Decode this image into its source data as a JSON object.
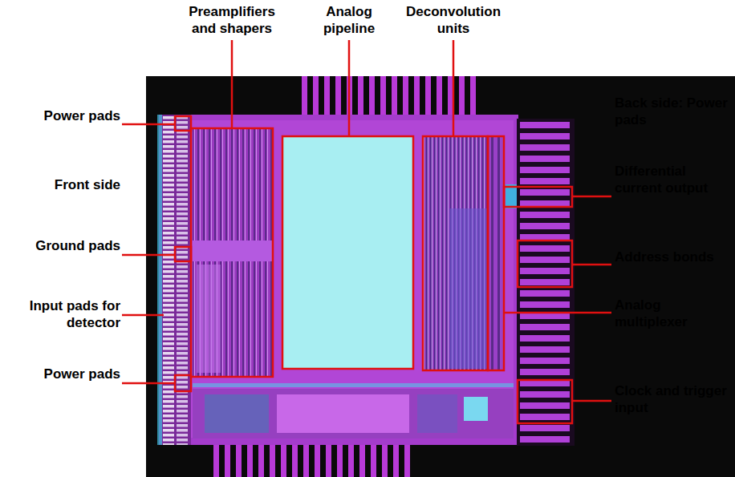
{
  "diagram": {
    "labels": [
      "Preamplifiers and shapers",
      "Analog pipeline",
      "Deconvolution units",
      "Power pads",
      "Back side: Power pads",
      "Front side",
      "Differential current output",
      "Ground pads",
      "Address bonds",
      "Input pads for detector",
      "Analog multiplexer",
      "Power pads",
      "Clock and trigger input"
    ]
  }
}
